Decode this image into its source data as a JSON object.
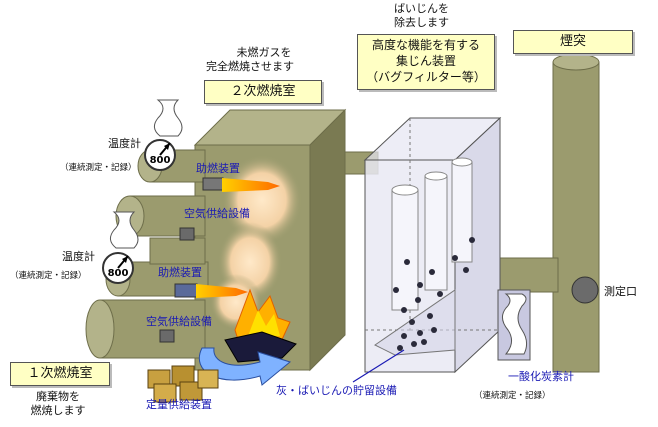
{
  "primary_chamber": {
    "label": "１次燃焼室",
    "caption_line1": "廃棄物を",
    "caption_line2": "燃焼します"
  },
  "secondary_chamber": {
    "label": "２次燃焼室",
    "caption_line1": "未燃ガスを",
    "caption_line2": "完全燃焼させます"
  },
  "dust_collector": {
    "caption_line1": "ばいじんを",
    "caption_line2": "除去します",
    "box_line1": "高度な機能を有する",
    "box_line2": "集じん装置",
    "box_line3": "（バグフィルター等）"
  },
  "chimney": {
    "label": "煙突",
    "port_label": "測定口"
  },
  "thermometer_upper": {
    "label": "温度計",
    "note": "（連続測定・記録）",
    "reading": "800"
  },
  "thermometer_lower": {
    "label": "温度計",
    "note": "（連続測定・記録）",
    "reading": "800"
  },
  "burner_upper": {
    "label": "助燃装置"
  },
  "burner_lower": {
    "label": "助燃装置"
  },
  "air_supply_upper": {
    "label": "空気供給設備"
  },
  "air_supply_lower": {
    "label": "空気供給設備"
  },
  "feeder": {
    "label": "定量供給装置"
  },
  "ash_storage": {
    "label": "灰・ばいじんの貯留設備"
  },
  "co_meter": {
    "label": "一酸化炭素計",
    "note": "（連続測定・記録）"
  },
  "colors": {
    "equipment": "#9b9b6e",
    "equipment_dark": "#7a7a52",
    "label_box": "#ffffc4",
    "blue_text": "#1a1ab4",
    "flame": "#ff8c00"
  }
}
